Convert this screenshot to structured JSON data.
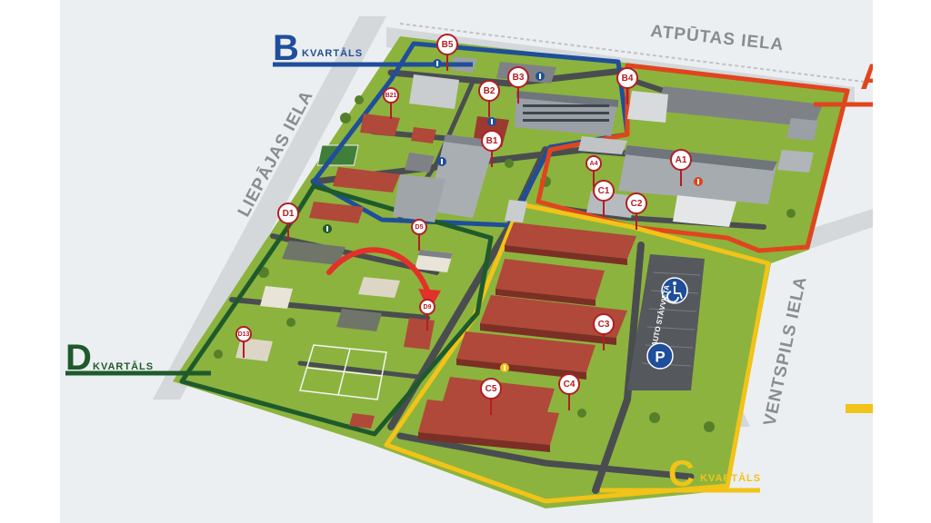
{
  "streets": {
    "north": "ATPŪTAS IELA",
    "west": "LIEPĀJAS IELA",
    "east": "VENTSPILS IELA"
  },
  "quarters": [
    {
      "letter": "B",
      "word": "KVARTĀLS",
      "color": "#1f4e9a"
    },
    {
      "letter": "D",
      "word": "KVARTĀLS",
      "color": "#1e5a2b"
    },
    {
      "letter": "C",
      "word": "KVARTĀLS",
      "color": "#f2c318"
    },
    {
      "letter": "A",
      "word": "",
      "color": "#e0451e"
    }
  ],
  "markers": [
    "B5",
    "B3",
    "B4",
    "B2",
    "B21",
    "B1",
    "A4",
    "A1",
    "C1",
    "C2",
    "D1",
    "D5",
    "D9",
    "C3",
    "D13",
    "C4",
    "C5"
  ],
  "parking": {
    "label": "AUTO STĀVVIETA",
    "symbol": "P",
    "accessible_icon": "wheelchair-icon"
  },
  "colors": {
    "grass": "#8cb33e",
    "road": "#4a4d50",
    "pin": "#b21e24",
    "roof_red": "#b0493a",
    "roof_grey": "#7e8287"
  }
}
